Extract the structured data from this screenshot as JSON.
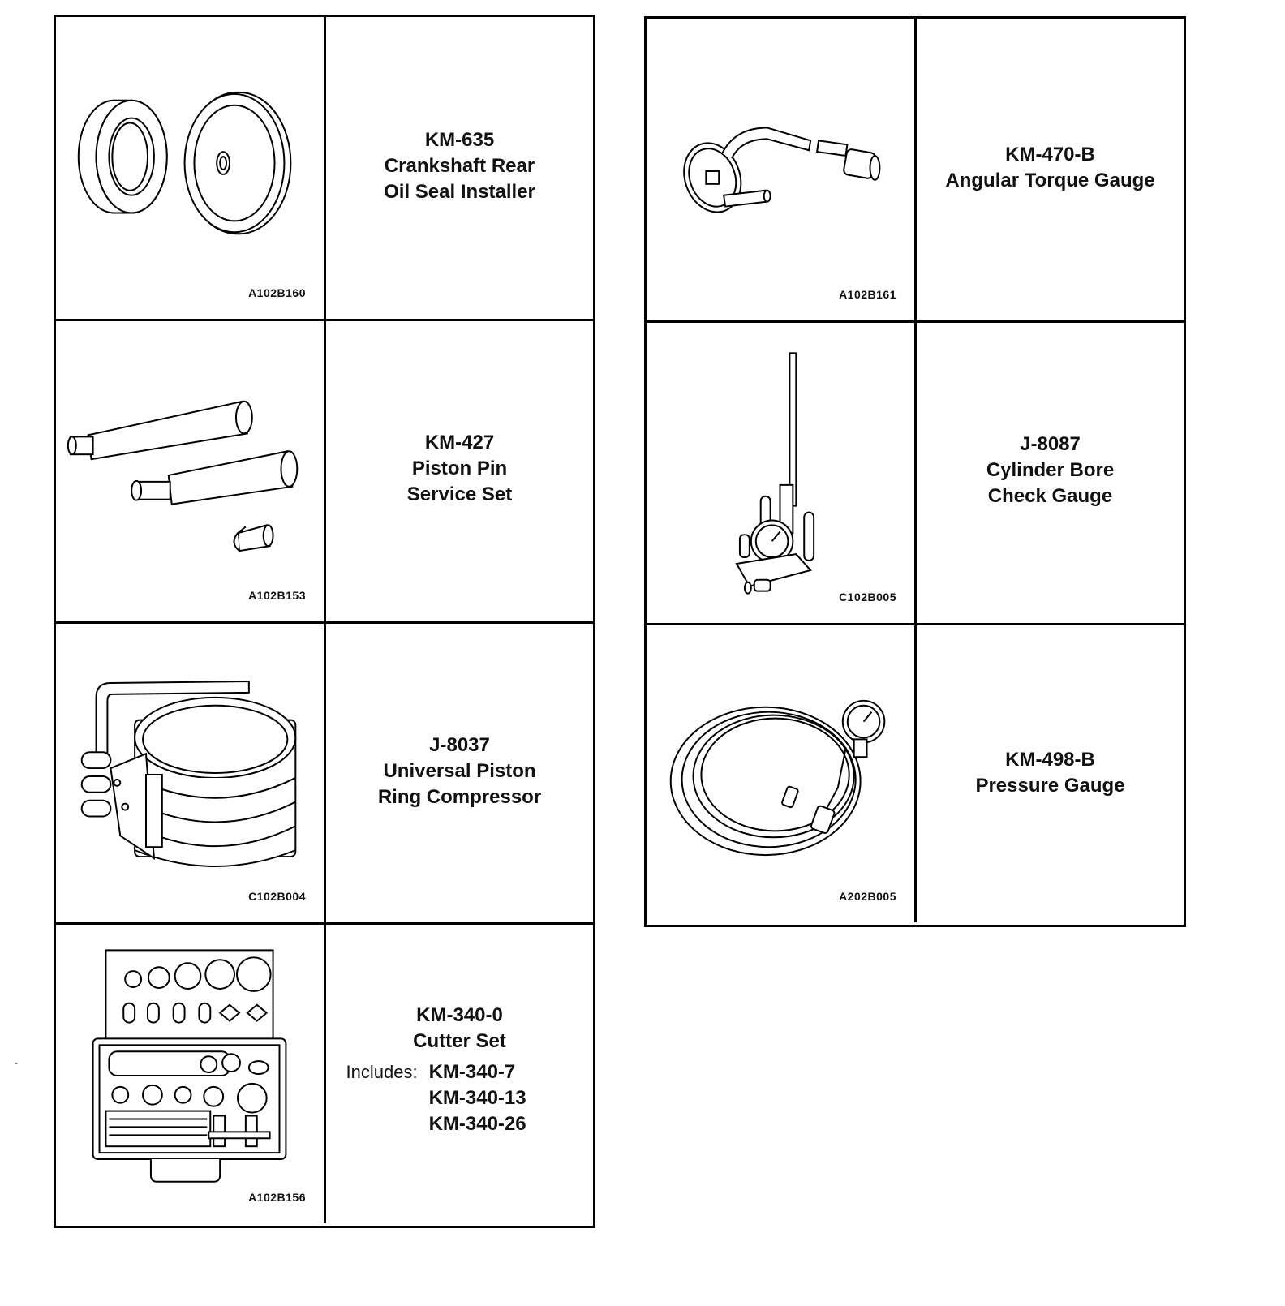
{
  "left_column": [
    {
      "code": "A102B160",
      "lines": [
        "KM-635",
        "Crankshaft Rear",
        "Oil Seal Installer"
      ],
      "icon": "oil-seal-installer-icon"
    },
    {
      "code": "A102B153",
      "lines": [
        "KM-427",
        "Piston Pin",
        "Service Set"
      ],
      "icon": "piston-pin-set-icon"
    },
    {
      "code": "C102B004",
      "lines": [
        "J-8037",
        "Universal Piston",
        "Ring Compressor"
      ],
      "icon": "ring-compressor-icon"
    },
    {
      "code": "A102B156",
      "lines": [
        "KM-340-0",
        "Cutter Set"
      ],
      "icon": "cutter-set-case-icon",
      "includes_label": "Includes:",
      "includes": [
        "KM-340-7",
        "KM-340-13",
        "KM-340-26"
      ]
    }
  ],
  "right_column": [
    {
      "code": "A102B161",
      "lines": [
        "KM-470-B",
        "Angular Torque Gauge"
      ],
      "icon": "angular-torque-gauge-icon"
    },
    {
      "code": "C102B005",
      "lines": [
        "J-8087",
        "Cylinder Bore",
        "Check Gauge"
      ],
      "icon": "bore-gauge-icon"
    },
    {
      "code": "A202B005",
      "lines": [
        "KM-498-B",
        "Pressure Gauge"
      ],
      "icon": "pressure-gauge-hose-icon"
    }
  ],
  "stray_mark": "-"
}
